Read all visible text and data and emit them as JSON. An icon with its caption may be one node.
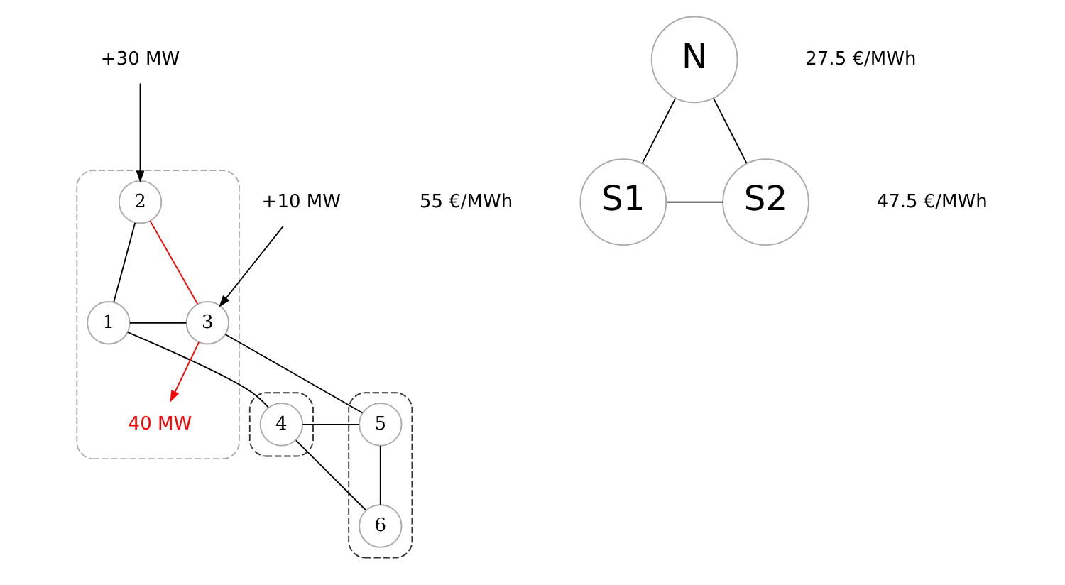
{
  "diagram": {
    "nodes": [
      {
        "text": [
          "+30 MW"
        ]
      },
      {
        "text": [],
        "shape": "ellipse"
      },
      {
        "text": [
          "2"
        ],
        "in": 1
      },
      {
        "text": [
          "40 MW"
        ],
        "in": 1
      },
      {
        "text": [
          "1"
        ],
        "in": 1
      },
      {
        "text": [
          "3"
        ],
        "in": 1
      },
      {
        "text": [
          "+10 MW"
        ]
      },
      {
        "text": [],
        "shape": "ellipse"
      },
      {
        "text": [
          "4"
        ],
        "in": 7
      },
      {
        "text": [],
        "shape": "ellipse"
      },
      {
        "text": [
          "5"
        ],
        "in": 9
      },
      {
        "text": [
          "6"
        ],
        "in": 9
      },
      {
        "text": [
          "N"
        ],
        "beside": [
          "27.5 €/MWh"
        ]
      },
      {
        "text": [
          "S1"
        ],
        "beside": [
          "55 €/MWh"
        ]
      },
      {
        "text": [
          "S2"
        ],
        "beside": [
          "47.5 €/MWh"
        ]
      }
    ],
    "edges": [
      {
        "from": 0,
        "to": 2,
        "arrow": "to"
      },
      {
        "from": 2,
        "to": 4,
        "arrow": "none"
      },
      {
        "from": 2,
        "to": 5,
        "arrow": "none",
        "color": "#ff0000"
      },
      {
        "from": 5,
        "to": 3,
        "arrow": "to",
        "color": "#ff0000"
      },
      {
        "from": 6,
        "to": 5,
        "arrow": "to"
      },
      {
        "from": 4,
        "to": 5,
        "arrow": "none"
      },
      {
        "from": 4,
        "to": 8,
        "arrow": "none"
      },
      {
        "from": 5,
        "to": 10,
        "arrow": "none"
      },
      {
        "from": 8,
        "to": 10,
        "arrow": "none"
      },
      {
        "from": 8,
        "to": 11,
        "arrow": "none"
      },
      {
        "from": 10,
        "to": 11,
        "arrow": "none"
      },
      {
        "from": 12,
        "to": 13,
        "arrow": "none"
      },
      {
        "from": 12,
        "to": 14,
        "arrow": "none"
      },
      {
        "from": 13,
        "to": 14,
        "arrow": "none"
      }
    ]
  }
}
